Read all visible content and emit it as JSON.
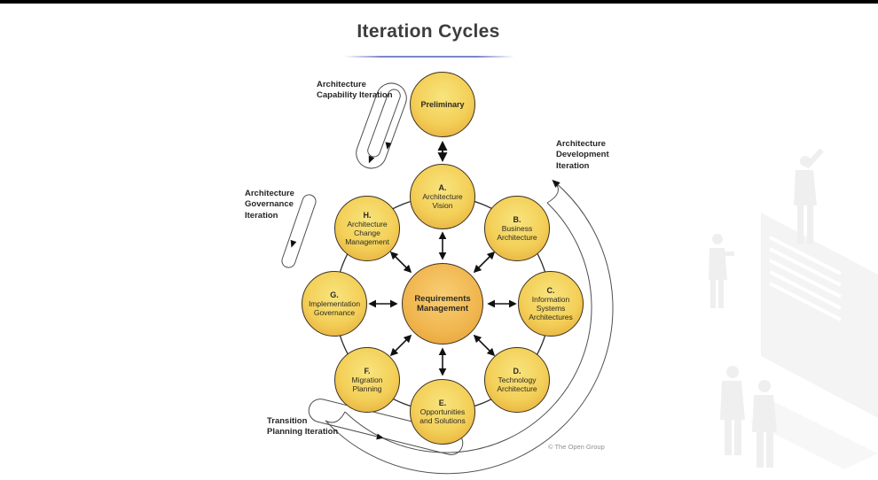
{
  "header": {
    "title": "Iteration Cycles"
  },
  "colors": {
    "top_bar": "#000000",
    "title_text": "#3D3D3D",
    "title_underline": "#7B86C9",
    "phase_circle_fill": "#F3CF57",
    "phase_circle_edge": "#E2A438",
    "center_circle_fill": "#F0B54E",
    "circle_border": "#3B311F",
    "connector_lines": "#2B2B2B"
  },
  "diagram": {
    "center": {
      "name": "Requirements Management"
    },
    "phases": [
      {
        "letter": "",
        "name": "Preliminary"
      },
      {
        "letter": "A.",
        "name": "Architecture Vision"
      },
      {
        "letter": "B.",
        "name": "Business Architecture"
      },
      {
        "letter": "C.",
        "name": "Information Systems Architectures"
      },
      {
        "letter": "D.",
        "name": "Technology Architecture"
      },
      {
        "letter": "E.",
        "name": "Opportunities and Solutions"
      },
      {
        "letter": "F.",
        "name": "Migration Planning"
      },
      {
        "letter": "G.",
        "name": "Implementation Governance"
      },
      {
        "letter": "H.",
        "name": "Architecture Change Management"
      }
    ],
    "iterations": [
      {
        "label": "Architecture Capability Iteration"
      },
      {
        "label": "Architecture Development Iteration"
      },
      {
        "label": "Architecture Governance Iteration"
      },
      {
        "label": "Transition Planning Iteration"
      }
    ],
    "copyright": "© The Open Group"
  }
}
